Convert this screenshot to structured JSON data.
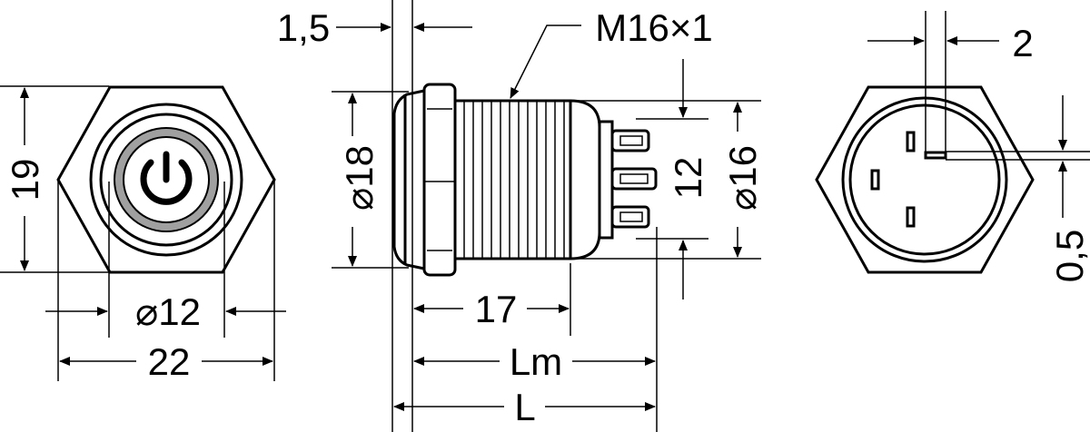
{
  "labels": {
    "front_height": "19",
    "front_ring_dia": "⌀12",
    "front_width": "22",
    "flange_thickness": "1,5",
    "thread": "M16×1",
    "head_dia": "⌀18",
    "terminal_span": "12",
    "body_dia": "⌀16",
    "thread_length": "17",
    "mount_length": "Lm",
    "total_length": "L",
    "pin_width": "2",
    "pin_offset": "0,5"
  },
  "colors": {
    "ring": "#a0a0a0",
    "line": "#000000",
    "background": "#ffffff"
  },
  "icons": {
    "power_symbol": "power-icon"
  }
}
